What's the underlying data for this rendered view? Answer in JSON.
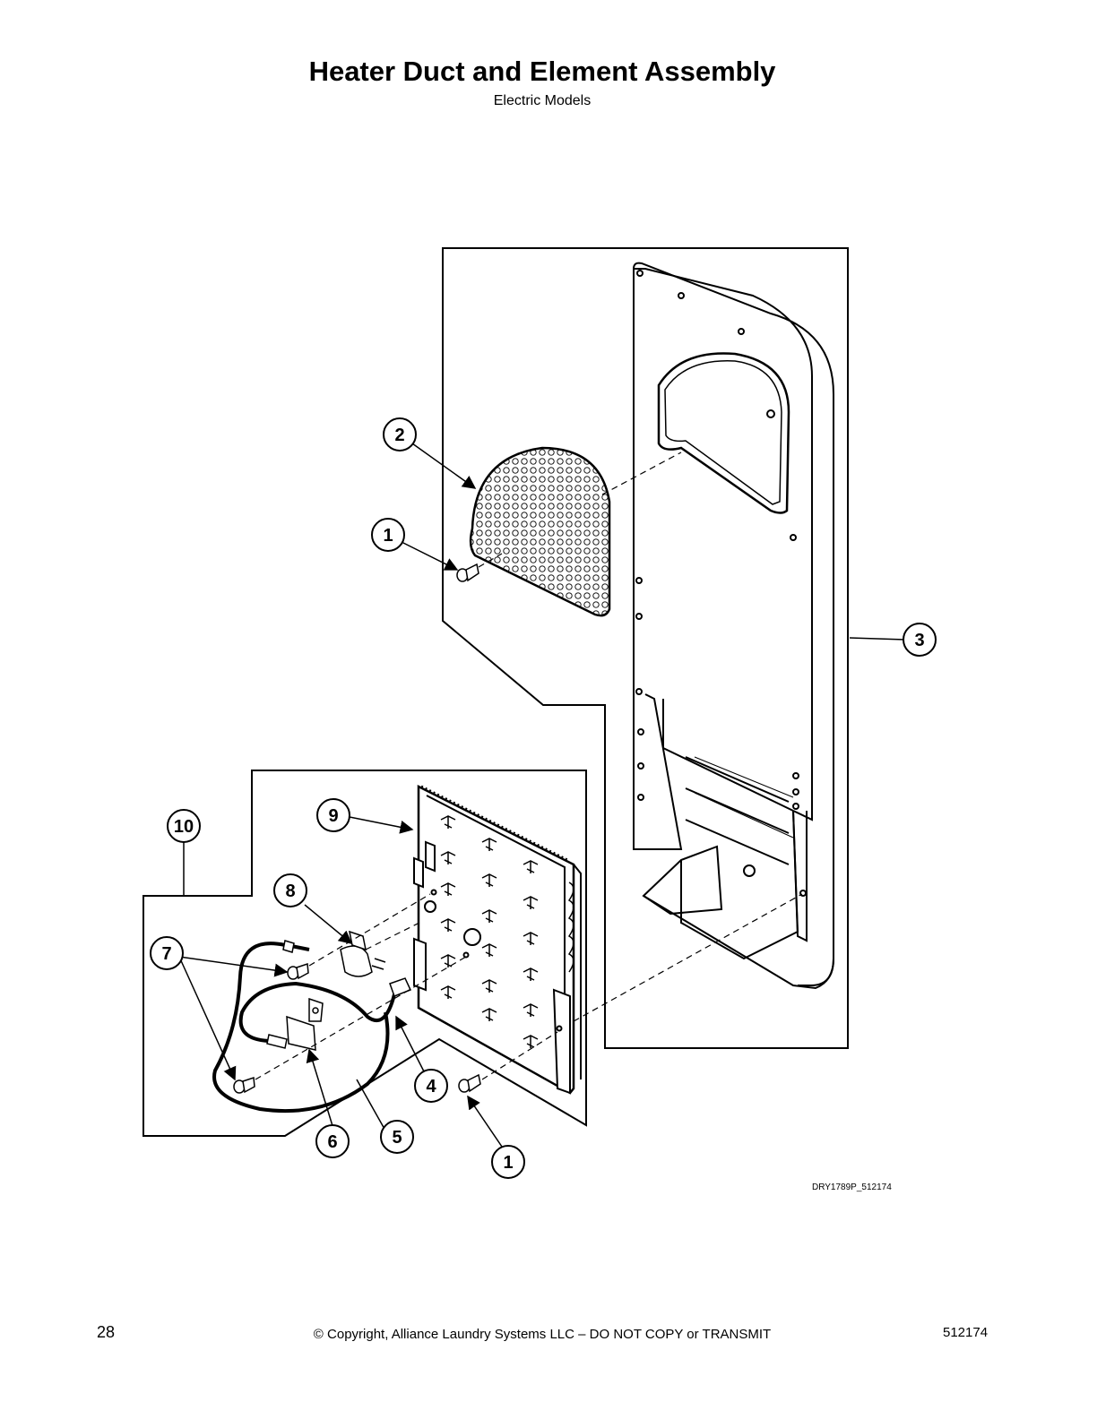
{
  "header": {
    "title": "Heater Duct and Element Assembly",
    "subtitle": "Electric Models"
  },
  "diagram": {
    "figure_id": "DRY1789P_512174",
    "callouts": [
      "1",
      "2",
      "3",
      "4",
      "5",
      "6",
      "7",
      "8",
      "9",
      "10",
      "1"
    ]
  },
  "footer": {
    "page_number": "28",
    "copyright": "© Copyright, Alliance Laundry Systems LLC – DO NOT COPY or TRANSMIT",
    "doc_number": "512174"
  }
}
